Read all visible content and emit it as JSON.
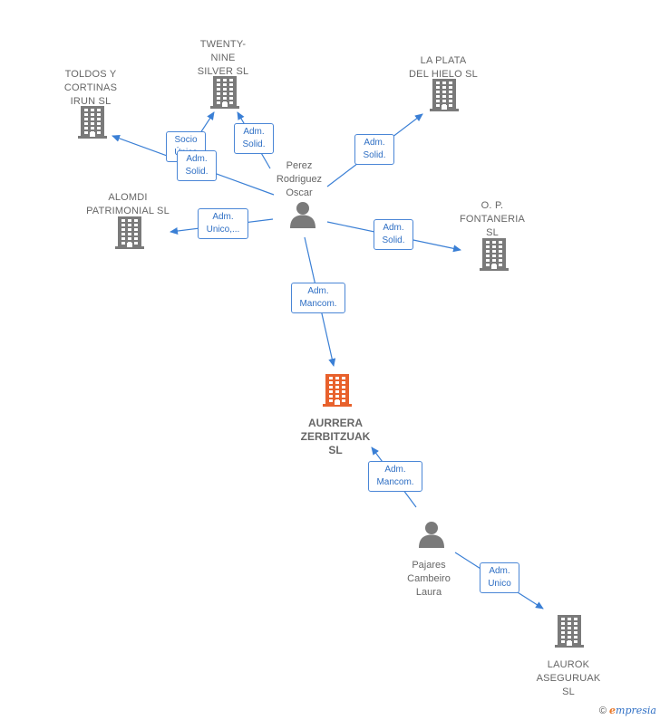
{
  "colors": {
    "edge": "#3a7fd5",
    "building": "#7a7a7a",
    "main_building": "#e8612c",
    "person": "#7a7a7a"
  },
  "nodes": [
    {
      "id": "twenty",
      "kind": "company",
      "label": "TWENTY-\nNINE\nSILVER SL"
    },
    {
      "id": "toldos",
      "kind": "company",
      "label": "TOLDOS Y\nCORTINAS\nIRUN  SL"
    },
    {
      "id": "laplata",
      "kind": "company",
      "label": "LA PLATA\nDEL HIELO SL"
    },
    {
      "id": "alomdi",
      "kind": "company",
      "label": "ALOMDI\nPATRIMONIAL SL"
    },
    {
      "id": "perez",
      "kind": "person",
      "label": "Perez\nRodriguez\nOscar"
    },
    {
      "id": "op",
      "kind": "company",
      "label": "O. P.\nFONTANERIA\nSL"
    },
    {
      "id": "aurrera",
      "kind": "main",
      "label": "AURRERA\nZERBITZUAK\nSL"
    },
    {
      "id": "pajares",
      "kind": "person",
      "label": "Pajares\nCambeiro\nLaura"
    },
    {
      "id": "laurok",
      "kind": "company",
      "label": "LAUROK\nASEGURUAK\nSL"
    }
  ],
  "edges": [
    {
      "from": "perez",
      "to": "twenty",
      "label": "Adm.\nSolid."
    },
    {
      "from": "perez",
      "to": "twenty",
      "label": "Socio\nÚnico"
    },
    {
      "from": "perez",
      "to": "toldos",
      "label": "Adm.\nSolid."
    },
    {
      "from": "perez",
      "to": "laplata",
      "label": "Adm.\nSolid."
    },
    {
      "from": "perez",
      "to": "alomdi",
      "label": "Adm.\nUnico,..."
    },
    {
      "from": "perez",
      "to": "op",
      "label": "Adm.\nSolid."
    },
    {
      "from": "perez",
      "to": "aurrera",
      "label": "Adm.\nMancom."
    },
    {
      "from": "pajares",
      "to": "aurrera",
      "label": "Adm.\nMancom."
    },
    {
      "from": "pajares",
      "to": "laurok",
      "label": "Adm.\nUnico"
    }
  ],
  "footer": {
    "copyright": "©",
    "brand_initial": "e",
    "brand_rest": "mpresia"
  }
}
